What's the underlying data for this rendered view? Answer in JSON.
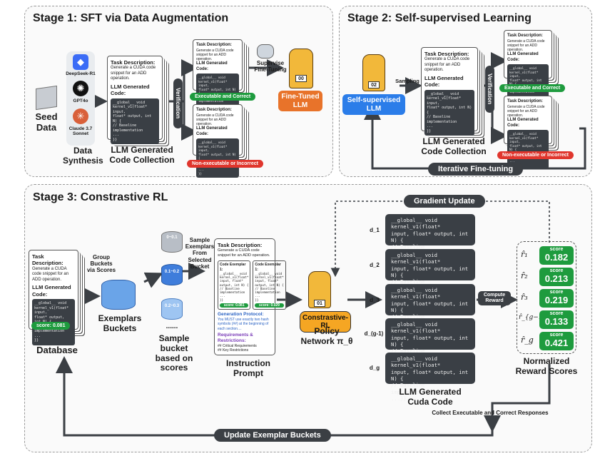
{
  "stage1": {
    "title": "Stage 1: SFT via Data Augmentation",
    "seed_data": "Seed\nData",
    "models": [
      "DeepSeek-R1",
      "GPT4o",
      "Claude 3.7\nSonnet"
    ],
    "data_synthesis": "Data\nSynthesis",
    "collection_label": "LLM Generated\nCode Collection",
    "verification": "Verification",
    "executable_correct": "Executable and Correct",
    "non_executable": "Non-executable or Incorrect",
    "supervise": "Supervise\nFine-Tuning",
    "fine_tuned": "Fine-Tuned\nLLM",
    "mascot_num": "00"
  },
  "stage2": {
    "title": "Stage 2: Self-supervised Learning",
    "sampling": "Sampling",
    "self_supervised": "Self-supervised\nLLM",
    "mascot_num": "02",
    "verification": "Verification",
    "collection_label": "LLM Generated\nCode Collection",
    "executable_correct": "Executable and Correct",
    "non_executable": "Non-executable or Incorrect",
    "iterative": "Iterative Fine-tuning"
  },
  "card": {
    "task_title": "Task Description:",
    "task_text": "Generate a CUDA code snippet for an ADD operation.",
    "gen_title": "LLM Generated Code:",
    "code": "__global__ void\nkernel_v1(float* input,\nfloat* output, int N) {\n  // Baseline\n  implementation\n  ...\n}}"
  },
  "stage3": {
    "title": "Stage 3: Constrastive RL",
    "gradient_update": "Gradient Update",
    "db_score": "score: 0.081",
    "database": "Database",
    "group_buckets": "Group\nBuckets\nvia Scores",
    "exemplars_buckets": "Exemplars\nBuckets",
    "bucket_labels": [
      "0~0.1",
      "0.1~0.2",
      "0.2~0.3"
    ],
    "dots": "......",
    "sample_bucket": "Sample\nbucket\nbased on\nscores",
    "sample_exemplars": "Sample\nExemplars\nFrom\nSelected\nBucket",
    "prompt": {
      "task_title": "Task Description:",
      "task_text": "Generate a CUDA code snippet for an ADD operation.",
      "ex1_title": "Code Exemplar 1:",
      "ex_code": "__global__ void\nkernel_v1(float*\ninput, float*\noutput, int N) {\n  // Baseline\n  implementation\n  ...\n}}",
      "ex1_score": "score: 0.081",
      "ex2_title": "Code Exemplar 1:",
      "ex2_score": "score: 0.029",
      "protocol_title": "Generation Protocol:",
      "protocol_text": "You MUST use exactly two hash symbols (##) at the beginning of each section....",
      "req_title": "Requirements & Restrictions:",
      "req_1": "## Critical Requirements",
      "req_2": "## Key Restrictions"
    },
    "instruction_prompt": "Instruction Prompt",
    "constrastive_rl": "Constrastive-RL",
    "mascot_num": "01",
    "policy": "Policy\nNetwork π_θ",
    "d_labels": [
      "d_1",
      "d_2",
      "d_3",
      "d_(g-1)",
      "d_g"
    ],
    "code_text": "__global__ void kernel_v1(float*\ninput, float* output, int N) {\n  // Baseline implementation\n  ...}}",
    "compute_reward": "Compute\nReward",
    "llm_cuda": "LLM Generated\nCuda Code",
    "r_labels": [
      "r̂₁",
      "r̂₂",
      "r̂₃",
      "r̂_{g−1}",
      "r̂_g"
    ],
    "score_word": "score",
    "scores": [
      "0.182",
      "0.213",
      "0.219",
      "0.133",
      "0.421"
    ],
    "normalized": "Normalized\nReward Scores",
    "collect": "Collect Executable and Correct Responses",
    "update": "Update Exemplar Buckets"
  },
  "colors": {
    "green": "#1e9b3e",
    "red": "#e0362d",
    "dark": "#3b3f44",
    "blue": "#2b7de9",
    "orange": "#e8732a"
  }
}
